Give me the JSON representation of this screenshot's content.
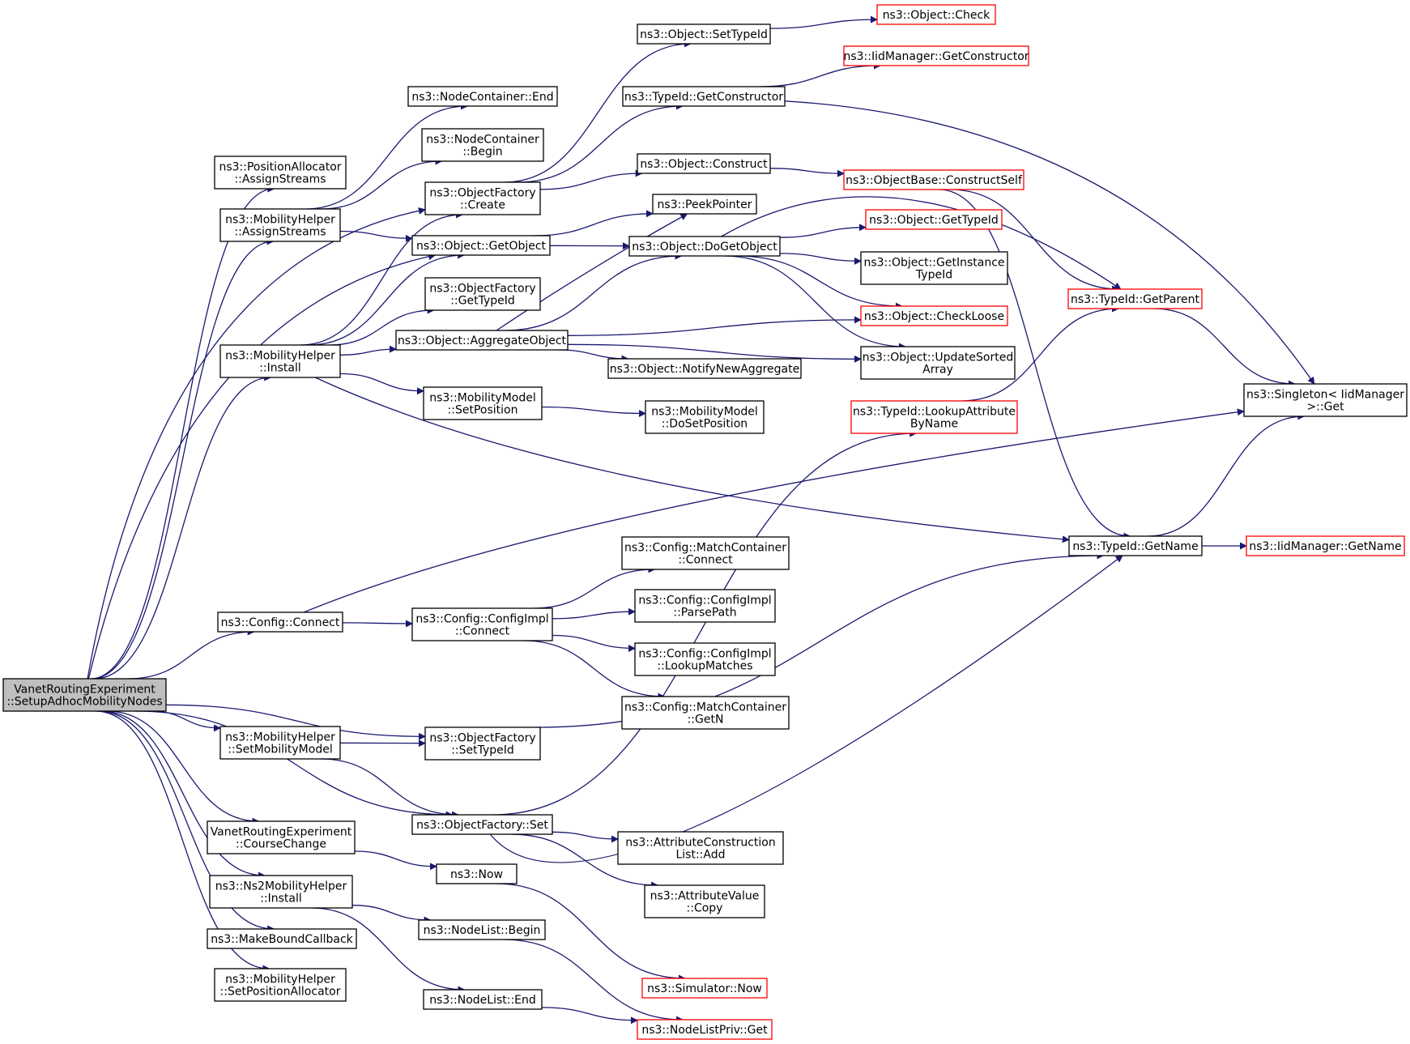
{
  "graph": {
    "root": "root",
    "colors": {
      "edge": "#191970",
      "normal_border": "#000000",
      "highlighted_border": "#ff0000",
      "root_fill": "#bfbfbf"
    },
    "nodes": {
      "root": {
        "lines": [
          "VanetRoutingExperiment",
          "::SetupAdhocMobilityNodes"
        ],
        "style": "root"
      },
      "posalloc_assign": {
        "lines": [
          "ns3::PositionAllocator",
          "::AssignStreams"
        ]
      },
      "mh_assign": {
        "lines": [
          "ns3::MobilityHelper",
          "::AssignStreams"
        ]
      },
      "mh_install": {
        "lines": [
          "ns3::MobilityHelper",
          "::Install"
        ]
      },
      "cfg_connect": {
        "lines": [
          "ns3::Config::Connect"
        ]
      },
      "mh_setmob": {
        "lines": [
          "ns3::MobilityHelper",
          "::SetMobilityModel"
        ]
      },
      "vre_course": {
        "lines": [
          "VanetRoutingExperiment",
          "::CourseChange"
        ]
      },
      "ns2_install": {
        "lines": [
          "ns3::Ns2MobilityHelper",
          "::Install"
        ]
      },
      "make_bound": {
        "lines": [
          "ns3::MakeBoundCallback"
        ]
      },
      "mh_setpos": {
        "lines": [
          "ns3::MobilityHelper",
          "::SetPositionAllocator"
        ]
      },
      "nc_end": {
        "lines": [
          "ns3::NodeContainer::End"
        ]
      },
      "nc_begin": {
        "lines": [
          "ns3::NodeContainer",
          "::Begin"
        ]
      },
      "of_create": {
        "lines": [
          "ns3::ObjectFactory",
          "::Create"
        ]
      },
      "obj_getobject": {
        "lines": [
          "ns3::Object::GetObject"
        ]
      },
      "of_gettypeid": {
        "lines": [
          "ns3::ObjectFactory",
          "::GetTypeId"
        ]
      },
      "obj_aggregate": {
        "lines": [
          "ns3::Object::AggregateObject"
        ]
      },
      "mm_setpos": {
        "lines": [
          "ns3::MobilityModel",
          "::SetPosition"
        ]
      },
      "cfgimpl_connect": {
        "lines": [
          "ns3::Config::ConfigImpl",
          "::Connect"
        ]
      },
      "of_settypeid": {
        "lines": [
          "ns3::ObjectFactory",
          "::SetTypeId"
        ]
      },
      "of_set": {
        "lines": [
          "ns3::ObjectFactory::Set"
        ]
      },
      "now": {
        "lines": [
          "ns3::Now"
        ]
      },
      "nl_begin": {
        "lines": [
          "ns3::NodeList::Begin"
        ]
      },
      "nl_end": {
        "lines": [
          "ns3::NodeList::End"
        ]
      },
      "obj_settypeid": {
        "lines": [
          "ns3::Object::SetTypeId"
        ]
      },
      "tid_getctor": {
        "lines": [
          "ns3::TypeId::GetConstructor"
        ]
      },
      "obj_construct": {
        "lines": [
          "ns3::Object::Construct"
        ]
      },
      "peekpointer": {
        "lines": [
          "ns3::PeekPointer"
        ]
      },
      "obj_dogetobject": {
        "lines": [
          "ns3::Object::DoGetObject"
        ]
      },
      "obj_notify": {
        "lines": [
          "ns3::Object::NotifyNewAggregate"
        ]
      },
      "mm_dosetpos": {
        "lines": [
          "ns3::MobilityModel",
          "::DoSetPosition"
        ]
      },
      "mc_connect": {
        "lines": [
          "ns3::Config::MatchContainer",
          "::Connect"
        ]
      },
      "cfgimpl_parse": {
        "lines": [
          "ns3::Config::ConfigImpl",
          "::ParsePath"
        ]
      },
      "cfgimpl_lookup": {
        "lines": [
          "ns3::Config::ConfigImpl",
          "::LookupMatches"
        ]
      },
      "mc_getn": {
        "lines": [
          "ns3::Config::MatchContainer",
          "::GetN"
        ]
      },
      "acl_add": {
        "lines": [
          "ns3::AttributeConstruction",
          "List::Add"
        ]
      },
      "av_copy": {
        "lines": [
          "ns3::AttributeValue",
          "::Copy"
        ]
      },
      "sim_now": {
        "lines": [
          "ns3::Simulator::Now"
        ],
        "style": "red"
      },
      "nlpriv_get": {
        "lines": [
          "ns3::NodeListPriv::Get"
        ],
        "style": "red"
      },
      "obj_check": {
        "lines": [
          "ns3::Object::Check"
        ],
        "style": "red"
      },
      "iid_getctor": {
        "lines": [
          "ns3::IidManager::GetConstructor"
        ],
        "style": "red"
      },
      "ob_constructself": {
        "lines": [
          "ns3::ObjectBase::ConstructSelf"
        ],
        "style": "red"
      },
      "obj_gettypeid": {
        "lines": [
          "ns3::Object::GetTypeId"
        ],
        "style": "red"
      },
      "obj_getinst": {
        "lines": [
          "ns3::Object::GetInstance",
          "TypeId"
        ]
      },
      "obj_checkloose": {
        "lines": [
          "ns3::Object::CheckLoose"
        ],
        "style": "red"
      },
      "obj_updsorted": {
        "lines": [
          "ns3::Object::UpdateSorted",
          "Array"
        ]
      },
      "tid_lookup": {
        "lines": [
          "ns3::TypeId::LookupAttribute",
          "ByName"
        ],
        "style": "red"
      },
      "tid_getparent": {
        "lines": [
          "ns3::TypeId::GetParent"
        ],
        "style": "red"
      },
      "tid_getname": {
        "lines": [
          "ns3::TypeId::GetName"
        ]
      },
      "singleton_get": {
        "lines": [
          "ns3::Singleton< IidManager",
          " >::Get"
        ]
      },
      "iid_getname": {
        "lines": [
          "ns3::IidManager::GetName"
        ],
        "style": "red"
      }
    },
    "edges": [
      [
        "root",
        "posalloc_assign"
      ],
      [
        "root",
        "mh_assign"
      ],
      [
        "root",
        "of_create"
      ],
      [
        "root",
        "obj_getobject"
      ],
      [
        "root",
        "mh_install"
      ],
      [
        "root",
        "cfg_connect"
      ],
      [
        "root",
        "of_settypeid"
      ],
      [
        "root",
        "mh_setmob"
      ],
      [
        "root",
        "of_set"
      ],
      [
        "root",
        "vre_course"
      ],
      [
        "root",
        "ns2_install"
      ],
      [
        "root",
        "make_bound"
      ],
      [
        "root",
        "mh_setpos"
      ],
      [
        "mh_assign",
        "nc_end"
      ],
      [
        "mh_assign",
        "nc_begin"
      ],
      [
        "mh_assign",
        "obj_getobject"
      ],
      [
        "mh_install",
        "of_create"
      ],
      [
        "mh_install",
        "obj_getobject"
      ],
      [
        "mh_install",
        "of_gettypeid"
      ],
      [
        "mh_install",
        "obj_aggregate"
      ],
      [
        "mh_install",
        "mm_setpos"
      ],
      [
        "mh_install",
        "tid_getname"
      ],
      [
        "of_create",
        "obj_settypeid"
      ],
      [
        "of_create",
        "tid_getctor"
      ],
      [
        "of_create",
        "obj_construct"
      ],
      [
        "obj_getobject",
        "peekpointer"
      ],
      [
        "obj_getobject",
        "obj_dogetobject"
      ],
      [
        "obj_aggregate",
        "peekpointer"
      ],
      [
        "obj_aggregate",
        "obj_dogetobject"
      ],
      [
        "obj_aggregate",
        "obj_checkloose"
      ],
      [
        "obj_aggregate",
        "obj_notify"
      ],
      [
        "obj_aggregate",
        "obj_updsorted"
      ],
      [
        "mm_setpos",
        "mm_dosetpos"
      ],
      [
        "obj_settypeid",
        "obj_check"
      ],
      [
        "tid_getctor",
        "iid_getctor"
      ],
      [
        "tid_getctor",
        "singleton_get"
      ],
      [
        "obj_construct",
        "ob_constructself"
      ],
      [
        "ob_constructself",
        "tid_getparent"
      ],
      [
        "ob_constructself",
        "tid_getname"
      ],
      [
        "obj_dogetobject",
        "tid_getparent"
      ],
      [
        "obj_dogetobject",
        "obj_gettypeid"
      ],
      [
        "obj_dogetobject",
        "obj_getinst"
      ],
      [
        "obj_dogetobject",
        "obj_checkloose"
      ],
      [
        "obj_dogetobject",
        "obj_updsorted"
      ],
      [
        "tid_lookup",
        "tid_getparent"
      ],
      [
        "tid_getparent",
        "singleton_get"
      ],
      [
        "tid_getname",
        "singleton_get"
      ],
      [
        "tid_getname",
        "iid_getname"
      ],
      [
        "cfg_connect",
        "cfgimpl_connect"
      ],
      [
        "cfg_connect",
        "singleton_get"
      ],
      [
        "cfgimpl_connect",
        "mc_connect"
      ],
      [
        "cfgimpl_connect",
        "cfgimpl_parse"
      ],
      [
        "cfgimpl_connect",
        "cfgimpl_lookup"
      ],
      [
        "cfgimpl_connect",
        "mc_getn"
      ],
      [
        "mh_setmob",
        "of_settypeid"
      ],
      [
        "mh_setmob",
        "of_set"
      ],
      [
        "of_settypeid",
        "tid_getname"
      ],
      [
        "of_set",
        "tid_lookup"
      ],
      [
        "of_set",
        "acl_add"
      ],
      [
        "of_set",
        "av_copy"
      ],
      [
        "of_set",
        "tid_getname"
      ],
      [
        "vre_course",
        "now"
      ],
      [
        "now",
        "sim_now"
      ],
      [
        "ns2_install",
        "nl_begin"
      ],
      [
        "ns2_install",
        "nl_end"
      ],
      [
        "nl_begin",
        "nlpriv_get"
      ],
      [
        "nl_end",
        "nlpriv_get"
      ]
    ]
  }
}
